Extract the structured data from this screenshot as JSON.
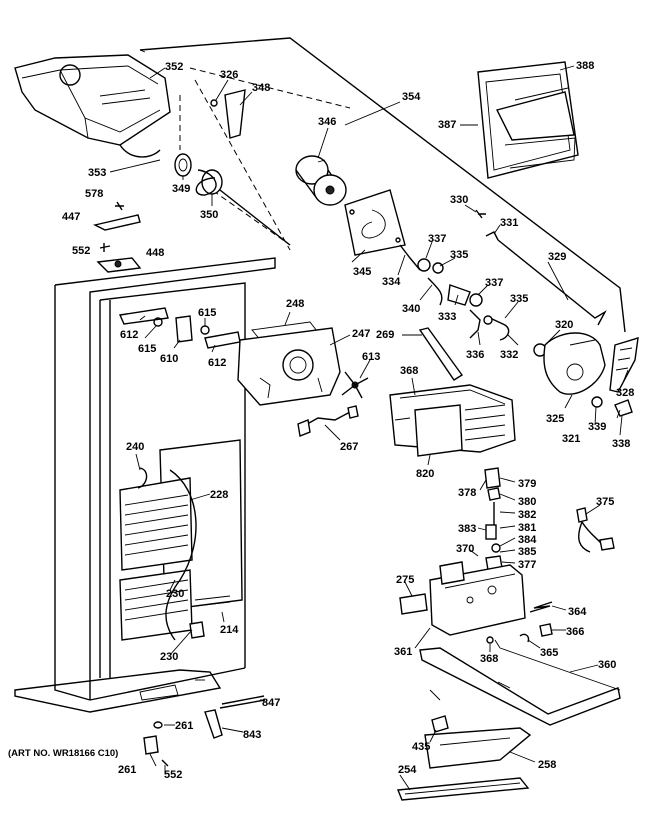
{
  "diagram": {
    "art_number": "(ART NO. WR18166 C10)",
    "callouts": [
      {
        "id": "c352",
        "label": "352"
      },
      {
        "id": "c326",
        "label": "326"
      },
      {
        "id": "c348",
        "label": "348"
      },
      {
        "id": "c346",
        "label": "346"
      },
      {
        "id": "c354",
        "label": "354"
      },
      {
        "id": "c388",
        "label": "388"
      },
      {
        "id": "c387",
        "label": "387"
      },
      {
        "id": "c353",
        "label": "353"
      },
      {
        "id": "c349",
        "label": "349"
      },
      {
        "id": "c350",
        "label": "350"
      },
      {
        "id": "c578",
        "label": "578"
      },
      {
        "id": "c447",
        "label": "447"
      },
      {
        "id": "c552a",
        "label": "552"
      },
      {
        "id": "c448",
        "label": "448"
      },
      {
        "id": "c345",
        "label": "345"
      },
      {
        "id": "c330",
        "label": "330"
      },
      {
        "id": "c331",
        "label": "331"
      },
      {
        "id": "c337a",
        "label": "337"
      },
      {
        "id": "c335a",
        "label": "335"
      },
      {
        "id": "c334",
        "label": "334"
      },
      {
        "id": "c340",
        "label": "340"
      },
      {
        "id": "c333",
        "label": "333"
      },
      {
        "id": "c337b",
        "label": "337"
      },
      {
        "id": "c335b",
        "label": "335"
      },
      {
        "id": "c329",
        "label": "329"
      },
      {
        "id": "c320",
        "label": "320"
      },
      {
        "id": "c336",
        "label": "336"
      },
      {
        "id": "c332",
        "label": "332"
      },
      {
        "id": "c269",
        "label": "269"
      },
      {
        "id": "c328",
        "label": "328"
      },
      {
        "id": "c325",
        "label": "325"
      },
      {
        "id": "c321",
        "label": "321"
      },
      {
        "id": "c339",
        "label": "339"
      },
      {
        "id": "c338",
        "label": "338"
      },
      {
        "id": "c615a",
        "label": "615"
      },
      {
        "id": "c612a",
        "label": "612"
      },
      {
        "id": "c615b",
        "label": "615"
      },
      {
        "id": "c610",
        "label": "610"
      },
      {
        "id": "c612b",
        "label": "612"
      },
      {
        "id": "c248",
        "label": "248"
      },
      {
        "id": "c247",
        "label": "247"
      },
      {
        "id": "c613",
        "label": "613"
      },
      {
        "id": "c368a",
        "label": "368"
      },
      {
        "id": "c267",
        "label": "267"
      },
      {
        "id": "c820",
        "label": "820"
      },
      {
        "id": "c240",
        "label": "240"
      },
      {
        "id": "c228",
        "label": "228"
      },
      {
        "id": "c378",
        "label": "378"
      },
      {
        "id": "c379",
        "label": "379"
      },
      {
        "id": "c380",
        "label": "380"
      },
      {
        "id": "c382",
        "label": "382"
      },
      {
        "id": "c381",
        "label": "381"
      },
      {
        "id": "c383",
        "label": "383"
      },
      {
        "id": "c384",
        "label": "384"
      },
      {
        "id": "c385",
        "label": "385"
      },
      {
        "id": "c370",
        "label": "370"
      },
      {
        "id": "c377",
        "label": "377"
      },
      {
        "id": "c375",
        "label": "375"
      },
      {
        "id": "c275",
        "label": "275"
      },
      {
        "id": "c230a",
        "label": "230"
      },
      {
        "id": "c214",
        "label": "214"
      },
      {
        "id": "c230b",
        "label": "230"
      },
      {
        "id": "c364",
        "label": "364"
      },
      {
        "id": "c366",
        "label": "366"
      },
      {
        "id": "c361",
        "label": "361"
      },
      {
        "id": "c368b",
        "label": "368"
      },
      {
        "id": "c365",
        "label": "365"
      },
      {
        "id": "c360",
        "label": "360"
      },
      {
        "id": "c847",
        "label": "847"
      },
      {
        "id": "c261a",
        "label": "261"
      },
      {
        "id": "c843",
        "label": "843"
      },
      {
        "id": "c261b",
        "label": "261"
      },
      {
        "id": "c552b",
        "label": "552"
      },
      {
        "id": "c435",
        "label": "435"
      },
      {
        "id": "c254",
        "label": "254"
      },
      {
        "id": "c258",
        "label": "258"
      }
    ]
  }
}
